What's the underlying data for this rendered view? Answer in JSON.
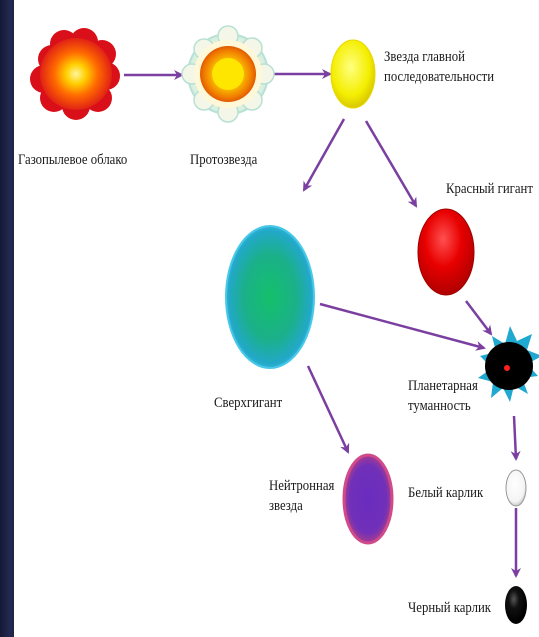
{
  "nodes": {
    "gas_cloud": "Газопылевое облако",
    "protostar": "Протозвезда",
    "main_sequence": "Звезда главной последовательности",
    "red_giant": "Красный гигант",
    "supergiant": "Сверхгигант",
    "neutron_star": "Нейтронная звезда",
    "planetary_nebula": "Планетарная туманность",
    "white_dwarf": "Белый карлик",
    "black_dwarf": "Черный карлик"
  },
  "colors": {
    "arrow": "#7a3fa0",
    "gas_cloud": "#e8201c",
    "protostar": "#f6a400",
    "main_sequence": "#f2ee00",
    "red_giant": "#e00000",
    "supergiant": "#1bb08a",
    "neutron_star": "#7a2fb0",
    "planetary_nebula": "#000000",
    "white_dwarf": "#ffffff",
    "black_dwarf": "#000000"
  }
}
